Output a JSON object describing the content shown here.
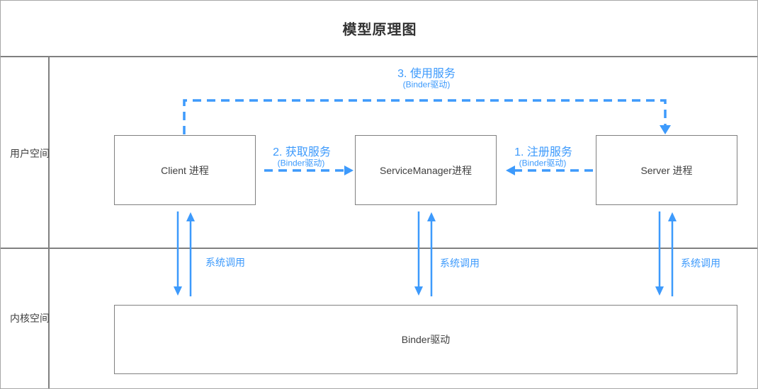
{
  "title": "模型原理图",
  "colors": {
    "accent_blue": "#3d9afc",
    "line_gray": "#808080",
    "text_dark": "#3f3f3f"
  },
  "lanes": [
    {
      "label": "用户空间"
    },
    {
      "label": "内核空间"
    }
  ],
  "nodes": {
    "client": {
      "label": "Client 进程"
    },
    "service_manager": {
      "label": "ServiceManager进程"
    },
    "server": {
      "label": "Server 进程"
    },
    "binder_driver": {
      "label": "Binder驱动"
    }
  },
  "edges": {
    "register_service": {
      "label": "1. 注册服务",
      "sublabel": "(Binder驱动)",
      "from": "Server 进程",
      "to": "ServiceManager进程",
      "style": "dashed"
    },
    "get_service": {
      "label": "2. 获取服务",
      "sublabel": "(Binder驱动)",
      "from": "Client 进程",
      "to": "ServiceManager进程",
      "style": "dashed"
    },
    "use_service": {
      "label": "3. 使用服务",
      "sublabel": "(Binder驱动)",
      "from": "Client 进程",
      "to": "Server 进程",
      "style": "dashed"
    },
    "syscalls": [
      {
        "label": "系统调用"
      },
      {
        "label": "系统调用"
      },
      {
        "label": "系统调用"
      }
    ]
  }
}
